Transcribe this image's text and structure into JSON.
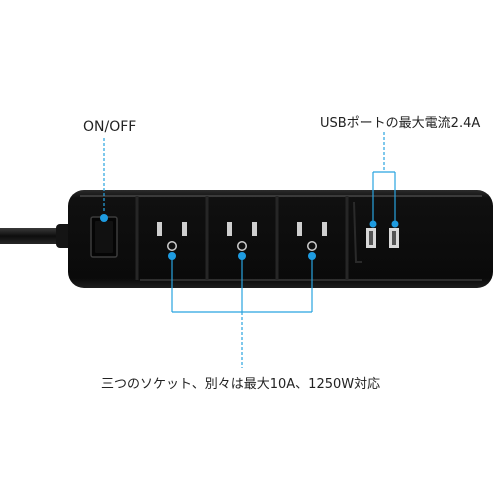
{
  "labels": {
    "on_off": "ON/OFF",
    "usb_port": "USBポートの最大電流2.4A",
    "sockets": "三つのソケット、別々は最大10A、1250W対応"
  },
  "colors": {
    "body": "#0c0c0c",
    "rim": "#2a2a2a",
    "callout_line": "#29a3e0",
    "callout_dot": "#1e9be0",
    "text": "#222222"
  },
  "icons": {
    "switch": "rocker-switch-icon",
    "outlet": "outlet-icon",
    "usb": "usb-port-icon",
    "cord": "power-cord-icon"
  }
}
